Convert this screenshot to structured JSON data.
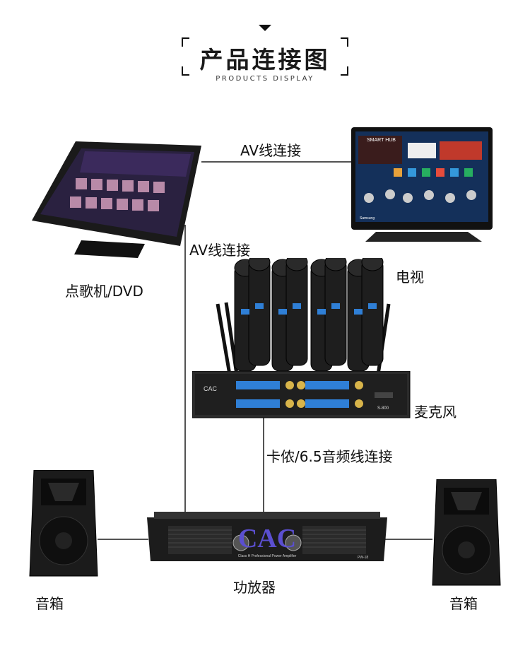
{
  "header": {
    "title": "产品连接图",
    "subtitle": "PRODUCTS DISPLAY"
  },
  "labels": {
    "av_top": "AV线连接",
    "av_mid": "AV线连接",
    "karaoke": "点歌机/DVD",
    "tv": "电视",
    "mic": "麦克风",
    "cable": "卡侬/6.5音频线连接",
    "amp": "功放器",
    "speaker_left": "音箱",
    "speaker_right": "音箱"
  },
  "devices": {
    "tv_screen_text": "SMART HUB",
    "receiver_brand": "CAC",
    "receiver_model": "S-800",
    "amp_brand": "CAC",
    "amp_tagline": "Class H Professional Power Amplifier",
    "amp_model": "PW-18",
    "tv_corner": "Samsung"
  },
  "colors": {
    "line": "#1a1a1a",
    "device_dark": "#1c1c1c",
    "display_blue": "#2f7fd6",
    "amp_logo": "#5b4fd0"
  }
}
